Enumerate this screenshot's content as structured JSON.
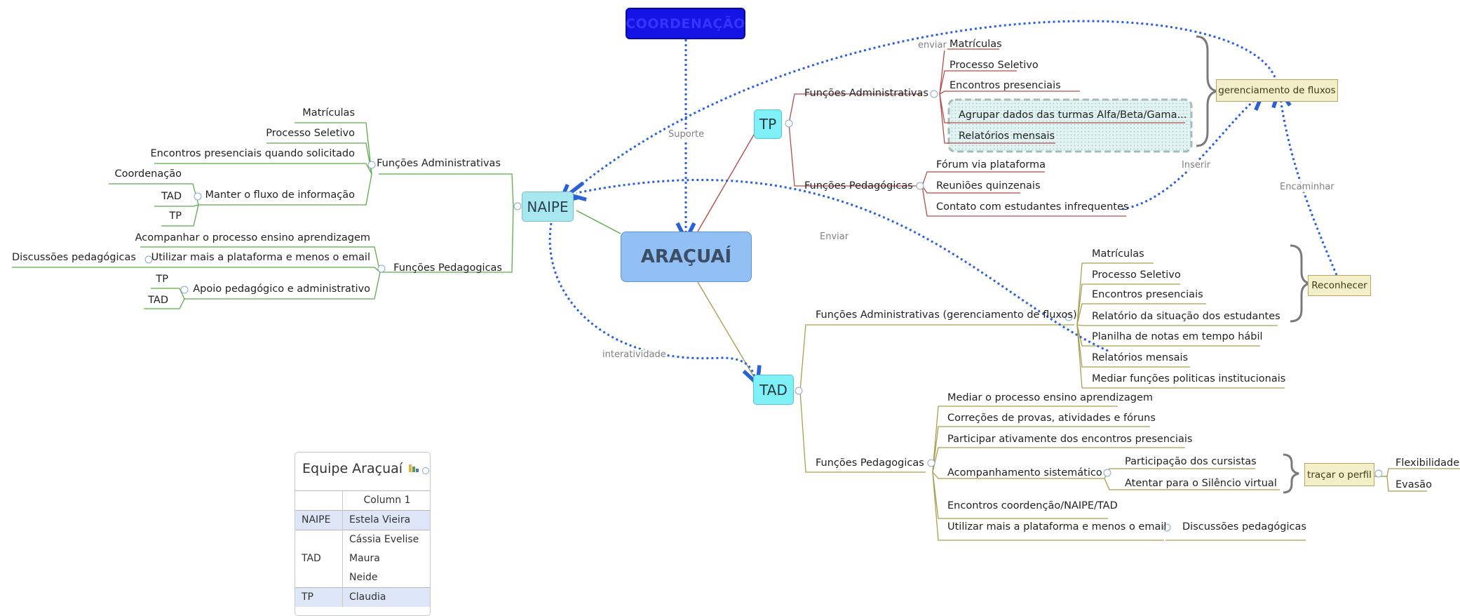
{
  "coordenacao": "COORDENAÇÃO",
  "center": "ARAÇUAÍ",
  "naipe": "NAIPE",
  "tp": "TP",
  "tad": "TAD",
  "naipe_branch": {
    "func_adm": "Funções Administrativas",
    "adm_items": [
      "Matrículas",
      "Processo Seletivo",
      "Encontros presenciais quando solicitado",
      "Manter o fluxo de informação"
    ],
    "fluxo_items": [
      "Coordenação",
      "TAD",
      "TP"
    ],
    "func_ped": "Funções Pedagogicas",
    "ped_items": [
      "Acompanhar o processo ensino aprendizagem",
      "Utilizar mais a plataforma e menos o email",
      "Apoio pedagógico e administrativo"
    ],
    "discussoes": "Discussões pedagógicas",
    "apoio_items": [
      "TP",
      "TAD"
    ]
  },
  "tp_branch": {
    "func_adm": "Funções Administrativas",
    "adm_items": [
      "Matrículas",
      "Processo Seletivo",
      "Encontros presenciais",
      "Agrupar dados  das turmas Alfa/Beta/Gama...",
      "Relatórios mensais"
    ],
    "func_ped": "Funções Pedagógicas",
    "ped_items": [
      "Fórum via plataforma",
      "Reuniões quinzenais",
      "Contato com estudantes infrequentes"
    ],
    "gerenciamento": "gerenciamento de fluxos"
  },
  "tad_branch": {
    "func_adm": "Funções Administrativas (gerenciamento de fluxos)",
    "adm_items": [
      "Matrículas",
      "Processo Seletivo",
      "Encontros presenciais",
      "Relatório da situação dos estudantes",
      "Planilha de notas em tempo hábil",
      "Relatórios mensais",
      "Mediar funções politicas institucionais"
    ],
    "reconhecer": "Reconhecer",
    "func_ped": "Funções Pedagogicas",
    "ped_items": [
      "Mediar o processo ensino aprendizagem",
      "Correções de provas, atividades e fóruns",
      "Participar ativamente dos encontros presenciais",
      "Acompanhamento sistemático",
      "Encontros coordenção/NAIPE/TAD",
      "Utilizar mais a plataforma e menos o email"
    ],
    "acomp_items": [
      "Participação dos cursistas",
      "Atentar para o Silêncio virtual"
    ],
    "tracar": "traçar o perfil",
    "perfil_items": [
      "Flexibilidade",
      "Evasão"
    ],
    "discussoes": "Discussões pedagógicas"
  },
  "connectors": {
    "suporte": "Suporte",
    "enviar_top": "enviar",
    "enviar_mid": "Enviar",
    "inserir": "Inserir",
    "encaminhar": "Encaminhar",
    "interatividade": "interatividade"
  },
  "table": {
    "title": "Equipe Araçuaí",
    "column_header": "Column 1",
    "rows": [
      {
        "group": "NAIPE",
        "names": [
          "Estela Vieira"
        ]
      },
      {
        "group": "TAD",
        "names": [
          "Cássia Evelise",
          "Maura",
          "Neide"
        ]
      },
      {
        "group": "TP",
        "names": [
          "Claudia"
        ]
      }
    ]
  },
  "colors": {
    "naipe_branch": "#5cab4a",
    "tp_branch": "#b54c4c",
    "tad_branch": "#a6a052",
    "dotted": "#2a62d6",
    "coordenacao_bg": "#1414e6",
    "center_bg": "#93c0f4"
  }
}
